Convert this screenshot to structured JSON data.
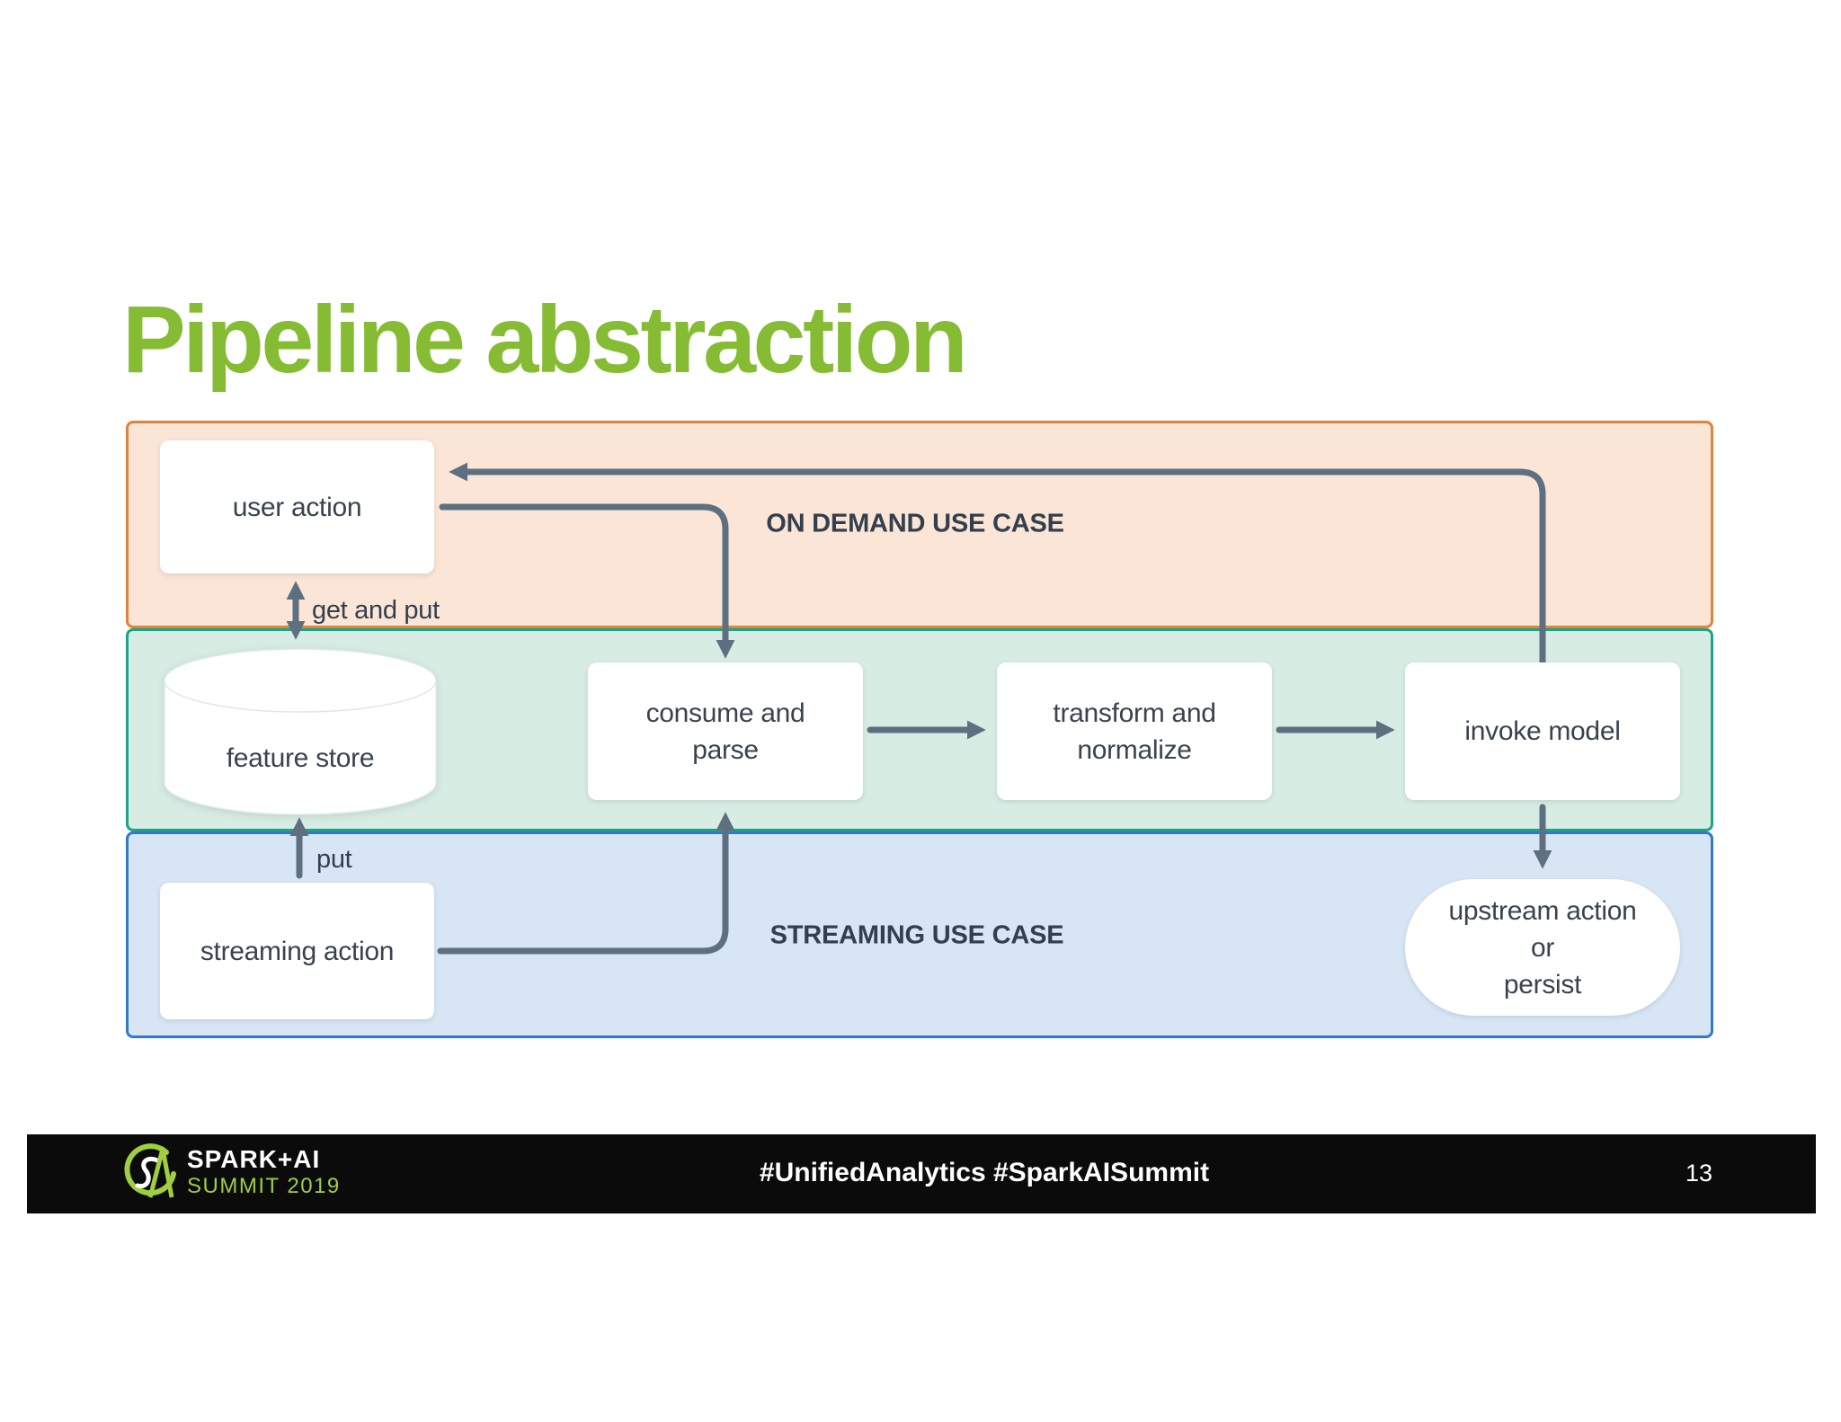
{
  "slide": {
    "title": "Pipeline abstraction"
  },
  "diagram": {
    "band_labels": {
      "on_demand": "ON DEMAND USE CASE",
      "streaming": "STREAMING USE CASE"
    },
    "nodes": {
      "user_action": {
        "label": "user action",
        "shape": "rect",
        "band": "on_demand"
      },
      "feature_store": {
        "label": "feature store",
        "shape": "cylinder",
        "band": "feature"
      },
      "consume_parse": {
        "label": "consume and\nparse",
        "shape": "rect",
        "band": "feature"
      },
      "transform_normalize": {
        "label": "transform and\nnormalize",
        "shape": "rect",
        "band": "feature"
      },
      "invoke_model": {
        "label": "invoke model",
        "shape": "rect",
        "band": "feature"
      },
      "streaming_action": {
        "label": "streaming action",
        "shape": "rect",
        "band": "streaming"
      },
      "upstream_persist": {
        "label": "upstream action\nor\npersist",
        "shape": "stadium",
        "band": "streaming"
      }
    },
    "edge_labels": {
      "get_and_put": "get and put",
      "put": "put"
    },
    "edges": [
      {
        "from": "invoke_model",
        "to": "user_action"
      },
      {
        "from": "user_action",
        "to": "consume_parse"
      },
      {
        "from": "user_action",
        "to": "feature_store",
        "label": "get and put",
        "bidirectional": true
      },
      {
        "from": "streaming_action",
        "to": "feature_store",
        "label": "put"
      },
      {
        "from": "consume_parse",
        "to": "transform_normalize"
      },
      {
        "from": "transform_normalize",
        "to": "invoke_model"
      },
      {
        "from": "invoke_model",
        "to": "upstream_persist"
      },
      {
        "from": "streaming_action",
        "to": "consume_parse"
      }
    ],
    "colors": {
      "title_green": "#85BC34",
      "on_demand_fill": "#FBE5D6",
      "on_demand_border": "#E2833C",
      "feature_fill": "#D7ECE3",
      "feature_border": "#1AA489",
      "streaming_fill": "#D8E5F4",
      "streaming_border": "#2F7BC8",
      "arrow": "#5D6F80",
      "node_text": "#39434E",
      "footer_green": "#A0CE3E"
    }
  },
  "footer": {
    "brand_line1": "SPARK+AI",
    "brand_line2": "SUMMIT 2019",
    "hashtags": "#UnifiedAnalytics #SparkAISummit",
    "page_number": "13"
  }
}
